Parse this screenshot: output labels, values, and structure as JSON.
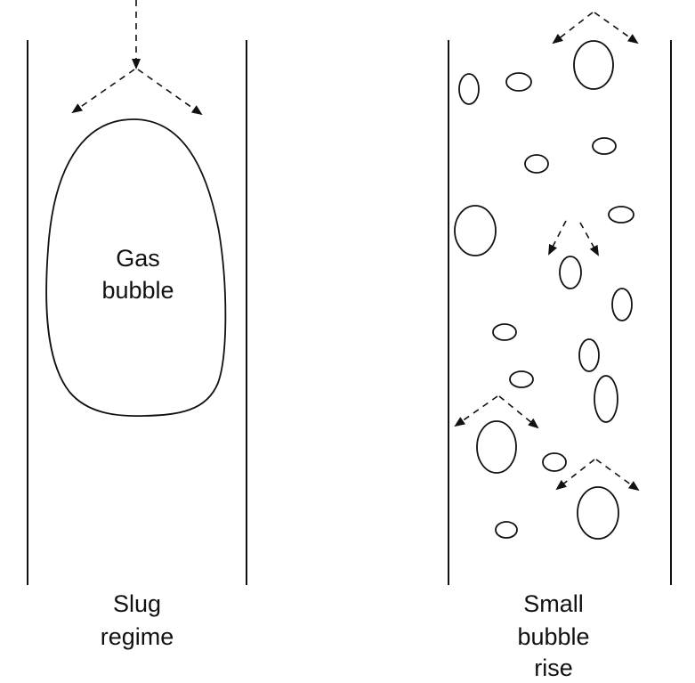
{
  "panels": {
    "slug": {
      "bubble_label_line1": "Gas",
      "bubble_label_line2": "bubble",
      "caption_line1": "Slug",
      "caption_line2": "regime"
    },
    "small_bubble": {
      "caption_line1": "Small",
      "caption_line2": "bubble",
      "caption_line3": "rise"
    }
  }
}
